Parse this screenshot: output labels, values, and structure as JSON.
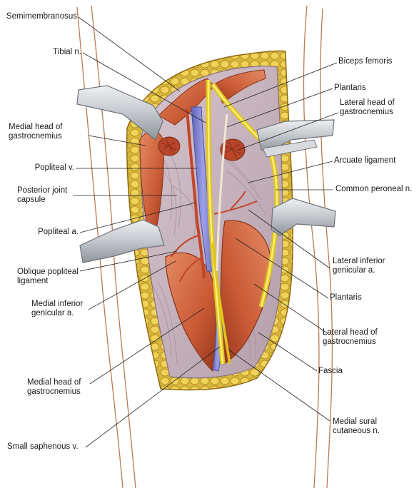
{
  "labels_left": [
    {
      "id": "semimembranosus",
      "text": "Semimembranosus"
    },
    {
      "id": "tibial-n",
      "text": "Tibial n."
    },
    {
      "id": "medial-head-gastrocnemius-top",
      "text": "Medial head of\ngastrocnemius"
    },
    {
      "id": "popliteal-v",
      "text": "Popliteal v."
    },
    {
      "id": "posterior-joint-capsule",
      "text": "Posterior joint\ncapsule"
    },
    {
      "id": "popliteal-a",
      "text": "Popliteal a."
    },
    {
      "id": "oblique-popliteal-ligament",
      "text": "Oblique popliteal\nligament"
    },
    {
      "id": "medial-inferior-genicular-a",
      "text": "Medial inferior\ngenicular a."
    },
    {
      "id": "medial-head-gastrocnemius-bottom",
      "text": "Medial head of\ngastrocnemius"
    },
    {
      "id": "small-saphenous-v",
      "text": "Small saphenous v."
    }
  ],
  "labels_right": [
    {
      "id": "biceps-femoris",
      "text": "Biceps femoris"
    },
    {
      "id": "plantaris-top",
      "text": "Plantaris"
    },
    {
      "id": "lateral-head-gastrocnemius-top",
      "text": "Lateral head of\ngastrocnemius"
    },
    {
      "id": "arcuate-ligament",
      "text": "Arcuate ligament"
    },
    {
      "id": "common-peroneal-n",
      "text": "Common peroneal n."
    },
    {
      "id": "lateral-inferior-genicular-a",
      "text": "Lateral inferior\ngenicular a."
    },
    {
      "id": "plantaris-bottom",
      "text": "Plantaris"
    },
    {
      "id": "lateral-head-gastrocnemius-bottom",
      "text": "Lateral head of\ngastrocnemius"
    },
    {
      "id": "fascia",
      "text": "Fascia"
    },
    {
      "id": "medial-sural-cutaneous-n",
      "text": "Medial sural\ncutaneous n."
    }
  ],
  "colors": {
    "fat": "#e3c24a",
    "fat_dark": "#b08a1c",
    "capsule": "#c7b2bd",
    "capsule_dark": "#9d8592",
    "muscle": "#cf6a45",
    "muscle_dark": "#9c3f22",
    "vein": "#7c7fd0",
    "artery": "#c2452a",
    "nerve": "#f1dc2f",
    "retractor": "#c9ccd1",
    "skin_line": "#b77c52"
  }
}
